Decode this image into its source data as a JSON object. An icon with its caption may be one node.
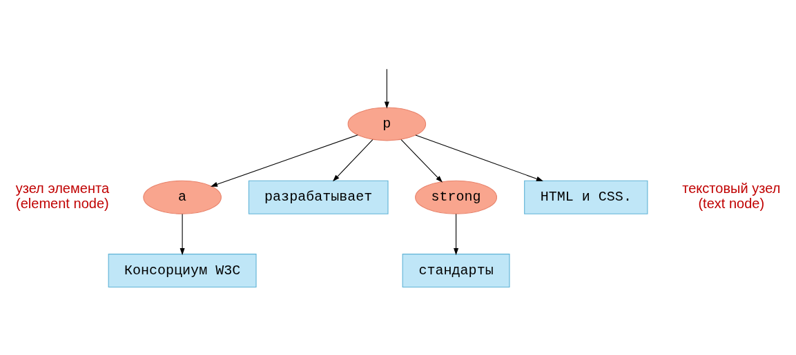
{
  "diagram": {
    "nodes": [
      {
        "text": [
          "p"
        ]
      },
      {
        "text": [
          "a"
        ]
      },
      {
        "text": [
          "разрабатывает"
        ]
      },
      {
        "text": [
          "strong"
        ]
      },
      {
        "text": [
          "HTML и CSS."
        ]
      },
      {
        "text": [
          "Консорциум W3C"
        ]
      },
      {
        "text": [
          "стандарты"
        ]
      }
    ],
    "edges": [
      {
        "from": null,
        "to": 0,
        "arrow": "to"
      },
      {
        "from": 0,
        "to": 1,
        "arrow": "to"
      },
      {
        "from": 0,
        "to": 2,
        "arrow": "to"
      },
      {
        "from": 0,
        "to": 3,
        "arrow": "to"
      },
      {
        "from": 0,
        "to": 4,
        "arrow": "to"
      },
      {
        "from": 1,
        "to": 5,
        "arrow": "to"
      },
      {
        "from": 3,
        "to": 6,
        "arrow": "to"
      }
    ],
    "labels": [
      "узел элемента (element node)",
      "текстовый узел (text node)"
    ]
  }
}
